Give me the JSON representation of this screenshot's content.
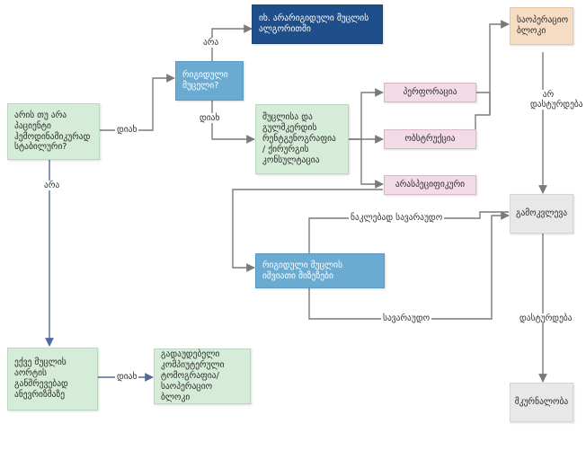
{
  "nodes": {
    "start": "არის თუ არა პაციენტი ჰემოდინამიკურად სტაბილური?",
    "unstable_foreign": "რიგიდული მუცელი?",
    "rigid_algorithm": "იხ. არარიგიდული მუცლის ალგორითმი",
    "abdomen_xray": "მუცლისა და გულმკერდის რენტგენოგრაფია / ქირურგის კონსულტაცია",
    "perforation": "პერფორაცია",
    "obstruction": "ობსტრუქცია",
    "nonspecific": "არასპეციფიკური",
    "urgent_or": "საოპერაციო ბლოკი",
    "rigid_abdomen_causes": "რიგიდული მუცლის იშვიათი მიზეზები",
    "observation": "გამოკვლევა",
    "treatment": "მკურნალობა",
    "ct_abdomen": "ექვე მუცლის აორტის განშრევებად ანევრიზმაზე",
    "ct_confirm": "გადაუდებელი კომპიუტერული ტომოგრაფია/ საოპერაციო ბლოკი"
  },
  "edges": {
    "yes1": "დიახ",
    "no1": "არა",
    "yes_rigid": "დიახ",
    "no_rigid": "არა",
    "not_confirmed": "არ დასტურდება",
    "less_likely": "ნაკლებად სავარაუდო",
    "likely": "სავარაუდო",
    "confirmed": "დასტურდება",
    "yes_ct": "დიახ"
  },
  "colors": {
    "green": "#d4ecd8",
    "light_blue": "#6cabd1",
    "navy": "#1f4f8b",
    "pink": "#f2dbe7",
    "peach": "#f7dcc4",
    "grey": "#e8e8e8",
    "connector": "#7a7a7a"
  }
}
